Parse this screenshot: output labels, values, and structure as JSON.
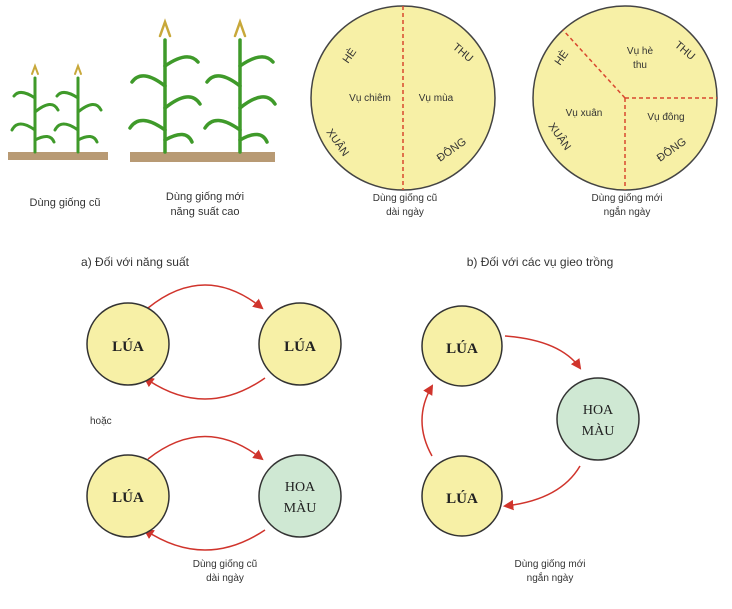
{
  "colors": {
    "yellow_fill": "#f7f0a6",
    "green_fill": "#cfe8d3",
    "arrow_red": "#d0342c",
    "divider_red": "#d9482f",
    "plant_green": "#3f9a2a",
    "soil": "#b89a74"
  },
  "top_left": {
    "old_variety_caption": "Dùng giống cũ",
    "new_variety_caption_line1": "Dùng giống mới",
    "new_variety_caption_line2": "năng suất cao",
    "section_label": "a) Đối với năng suất"
  },
  "top_right": {
    "section_label": "b) Đối với các vụ gieo trồng",
    "circle1": {
      "season_he": "HÈ",
      "season_thu": "THU",
      "season_xuan": "XUÂN",
      "season_dong": "ĐÔNG",
      "crop_left": "Vụ chiêm",
      "crop_right": "Vụ mùa",
      "caption_line1": "Dùng giống cũ",
      "caption_line2": "dài ngày"
    },
    "circle2": {
      "season_he": "HÈ",
      "season_thu": "THU",
      "season_xuan": "XUÂN",
      "season_dong": "ĐÔNG",
      "crop_top_line1": "Vụ hè",
      "crop_top_line2": "thu",
      "crop_left": "Vụ xuân",
      "crop_right": "Vụ đông",
      "caption_line1": "Dùng giống mới",
      "caption_line2": "ngắn ngày"
    }
  },
  "bottom_left": {
    "rice": "LÚA",
    "crop_line1": "HOA",
    "crop_line2": "MÀU",
    "or_label": "hoặc",
    "caption_line1": "Dùng giống cũ",
    "caption_line2": "dài ngày"
  },
  "bottom_right": {
    "rice": "LÚA",
    "crop_line1": "HOA",
    "crop_line2": "MÀU",
    "caption_line1": "Dùng giống mới",
    "caption_line2": "ngắn ngày"
  }
}
